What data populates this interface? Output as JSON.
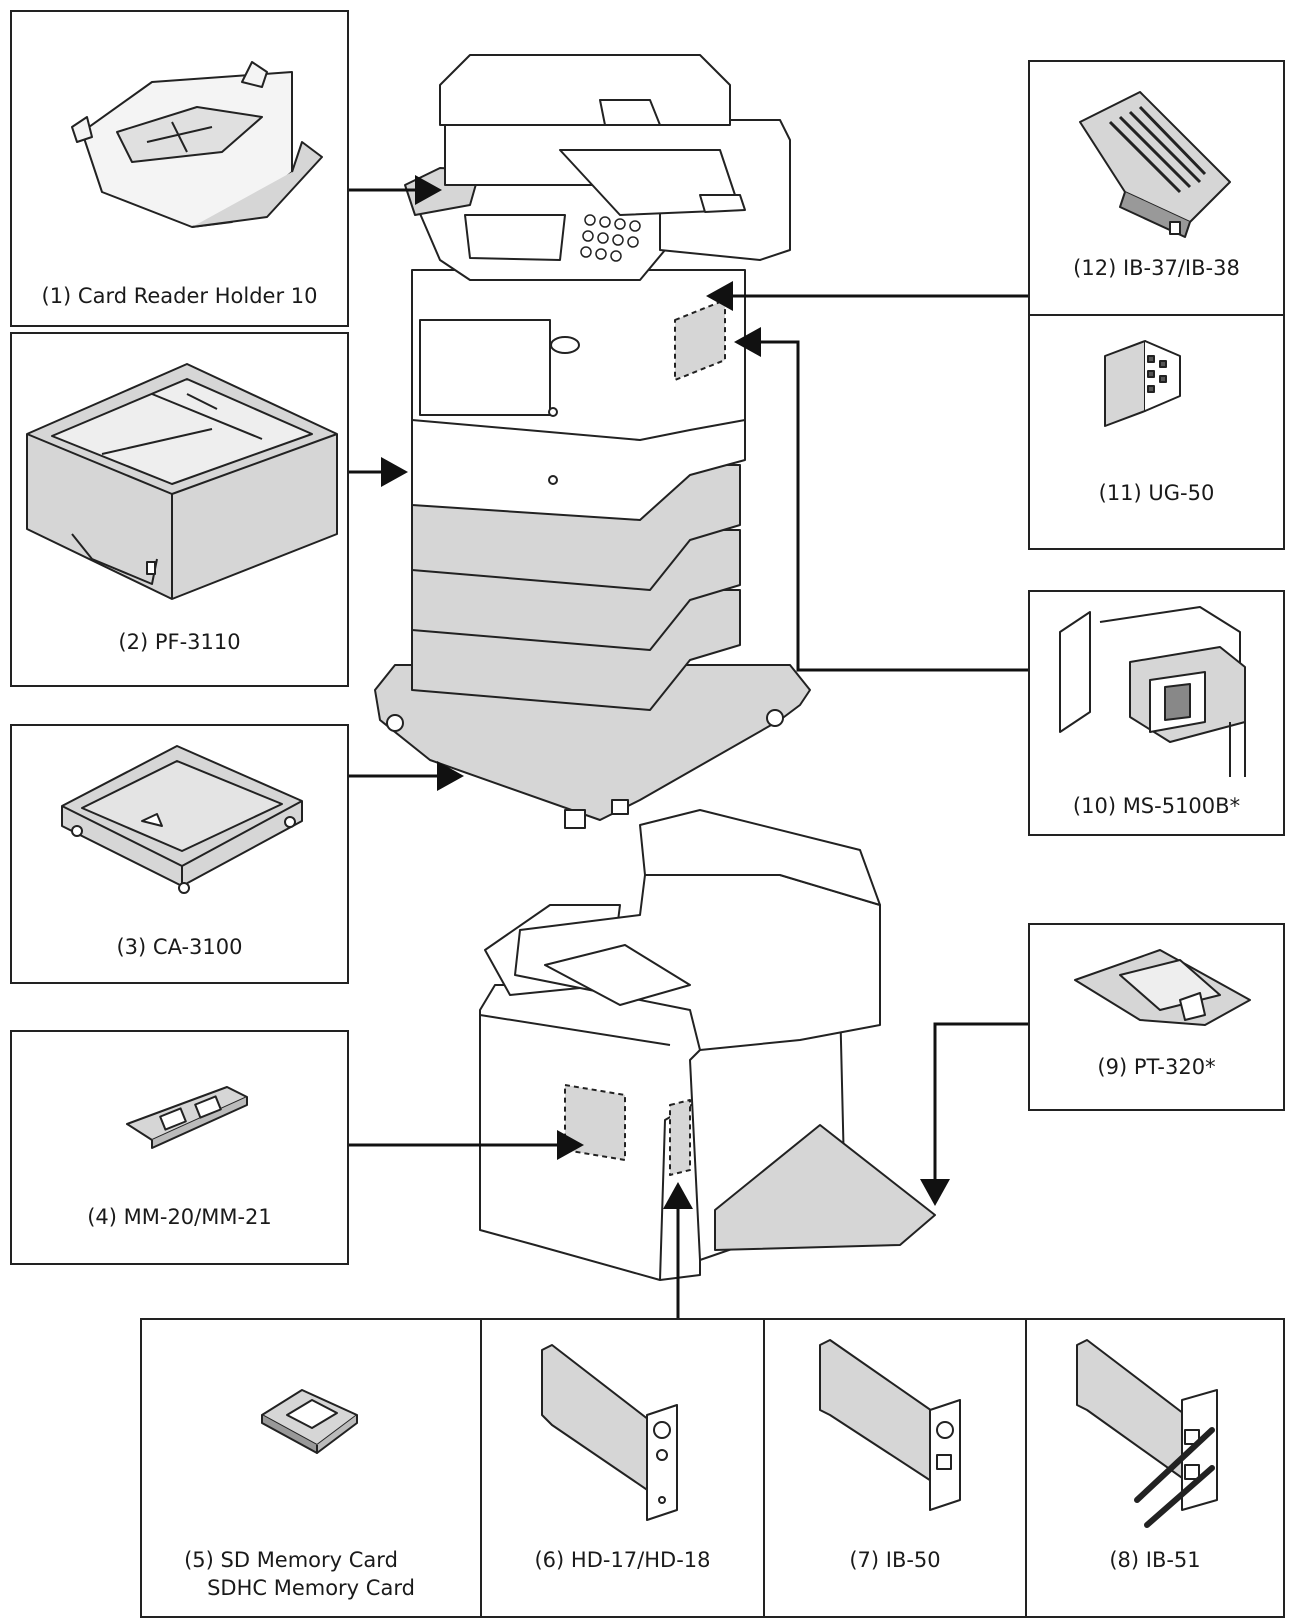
{
  "options": {
    "card_reader_holder": "(1) Card Reader Holder 10",
    "paper_feeder": "(2) PF-3110",
    "caster": "(3) CA-3100",
    "memory": "(4) MM-20/MM-21",
    "sd_card_line1": "(5) SD Memory Card",
    "sd_card_line2": "SDHC Memory Card",
    "ssd": "(6) HD-17/HD-18",
    "ib50": "(7) IB-50",
    "ib51": "(8) IB-51",
    "pt320": "(9) PT-320*",
    "ms5100b": "(10) MS-5100B*",
    "ug50": "(11) UG-50",
    "ib37": "(12) IB-37/IB-38"
  },
  "colors": {
    "line": "#222222",
    "fill_gray": "#d6d6d6",
    "fill_light": "#f4f4f4"
  }
}
